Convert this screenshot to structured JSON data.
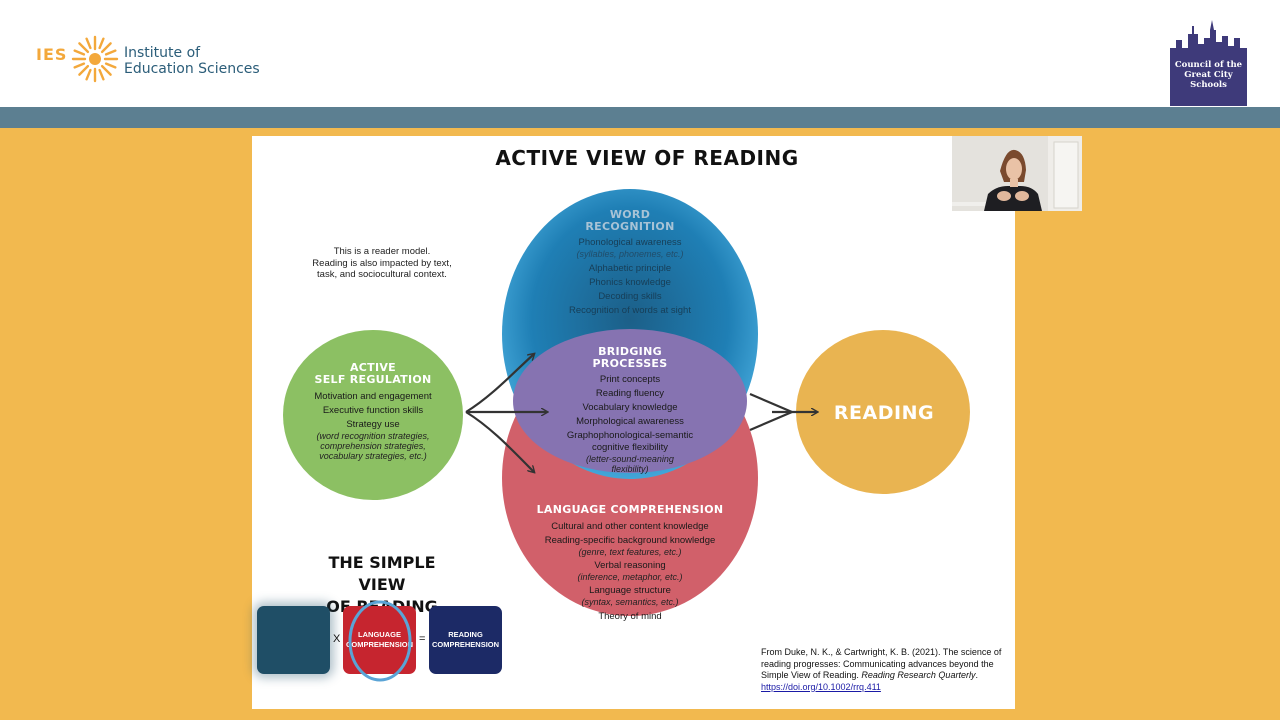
{
  "header": {
    "ies_abbr": "IES",
    "ies_name_line1": "Institute of",
    "ies_name_line2": "Education Sciences",
    "cgcs_line1": "Council of the",
    "cgcs_line2": "Great City Schools"
  },
  "slide": {
    "title": "ACTIVE VIEW OF READING",
    "note_line1": "This is a reader model.",
    "note_line2": "Reading is also impacted by text,",
    "note_line3": "task, and sociocultural context.",
    "self_regulation": {
      "heading_line1": "ACTIVE",
      "heading_line2": "SELF REGULATION",
      "item1": "Motivation and engagement",
      "item2": "Executive function skills",
      "item3": "Strategy use",
      "it1": "(word recognition strategies,",
      "it2": "comprehension strategies,",
      "it3": "vocabulary strategies, etc.)"
    },
    "word_recognition": {
      "heading_line1": "WORD",
      "heading_line2": "RECOGNITION",
      "item1": "Phonological awareness",
      "it1": "(syllables, phonemes, etc.)",
      "item2": "Alphabetic principle",
      "item3": "Phonics knowledge",
      "item4": "Decoding skills",
      "item5": "Recognition of words at sight"
    },
    "bridging": {
      "heading_line1": "BRIDGING",
      "heading_line2": "PROCESSES",
      "item1": "Print concepts",
      "item2": "Reading fluency",
      "item3": "Vocabulary knowledge",
      "item4": "Morphological awareness",
      "item5": "Graphophonological-semantic",
      "item6": "cognitive flexibility",
      "it1": "(letter-sound-meaning",
      "it2": "flexibility)"
    },
    "language": {
      "heading": "LANGUAGE COMPREHENSION",
      "item1": "Cultural and other content knowledge",
      "item2": "Reading-specific background knowledge",
      "it1": "(genre, text features, etc.)",
      "item3": "Verbal reasoning",
      "it2": "(inference, metaphor, etc.)",
      "item4": "Language structure",
      "it3": "(syntax, semantics, etc.)",
      "item5": "Theory of mind"
    },
    "reading_label": "READING",
    "simple_view": {
      "title_line1": "THE SIMPLE VIEW",
      "title_line2": "OF READING",
      "times": "X",
      "equals": "=",
      "lc_line1": "LANGUAGE",
      "lc_line2": "COMPREHENSION",
      "rc_line1": "READING",
      "rc_line2": "COMPREHENSION"
    },
    "citation": {
      "text1": "From Duke, N. K., & Cartwright, K. B. (2021). The science of reading progresses: Communicating advances beyond the Simple View of Reading. ",
      "journal": "Reading Research Quarterly",
      "text2": ". ",
      "link": "https://doi.org/10.1002/rrq.411"
    }
  },
  "colors": {
    "background": "#f2b94f",
    "stripe": "#5c7f91",
    "green": "#8cc063",
    "blue": "#1f7fb5",
    "red": "#d1606a",
    "purple": "#8673b1",
    "gold": "#e9b451",
    "navy": "#1c2a66"
  },
  "icons": {
    "ies": "sun-burst-icon",
    "cgcs": "city-skyline-icon"
  }
}
